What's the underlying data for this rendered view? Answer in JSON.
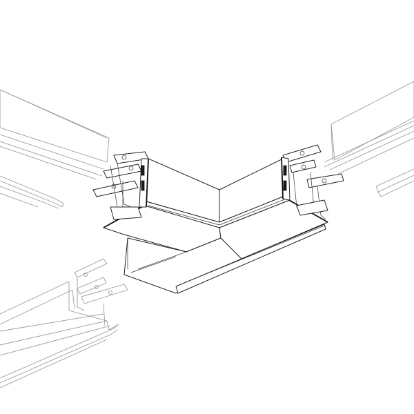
{
  "figure": {
    "kind": "isometric-line-drawing",
    "components": [
      {
        "id": "corner-connector",
        "visible": true
      },
      {
        "id": "profile-left",
        "visible": true
      },
      {
        "id": "profile-right",
        "visible": true
      },
      {
        "id": "profile-front",
        "visible": true
      }
    ],
    "colors": {
      "background": "#ffffff",
      "ghost_stroke": "#9a9a9a",
      "part_stroke": "#222222"
    }
  }
}
